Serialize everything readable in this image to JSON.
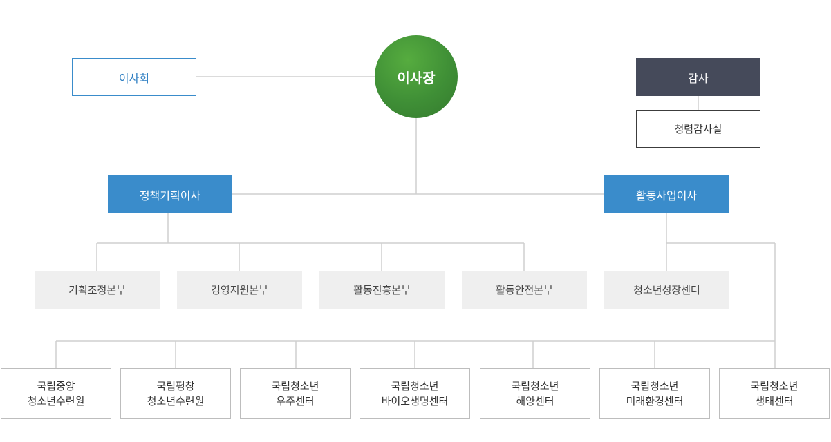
{
  "top": {
    "board": "이사회",
    "chairman": "이사장",
    "audit": "감사",
    "integrity_office": "청렴감사실"
  },
  "directors": [
    "정책기획이사",
    "활동사업이사"
  ],
  "departments": [
    "기획조정본부",
    "경영지원본부",
    "활동진흥본부",
    "활동안전본부",
    "청소년성장센터"
  ],
  "centers": [
    {
      "line1": "국립중앙",
      "line2": "청소년수련원"
    },
    {
      "line1": "국립평창",
      "line2": "청소년수련원"
    },
    {
      "line1": "국립청소년",
      "line2": "우주센터"
    },
    {
      "line1": "국립청소년",
      "line2": "바이오생명센터"
    },
    {
      "line1": "국립청소년",
      "line2": "해양센터"
    },
    {
      "line1": "국립청소년",
      "line2": "미래환경센터"
    },
    {
      "line1": "국립청소년",
      "line2": "생태센터"
    }
  ],
  "colors": {
    "board_border": "#3a8ccb",
    "chairman_fill": "#429334",
    "audit_fill": "#454a5a",
    "director_fill": "#3a8ccb",
    "department_fill": "#efefef",
    "connector": "#cfcfcf"
  }
}
